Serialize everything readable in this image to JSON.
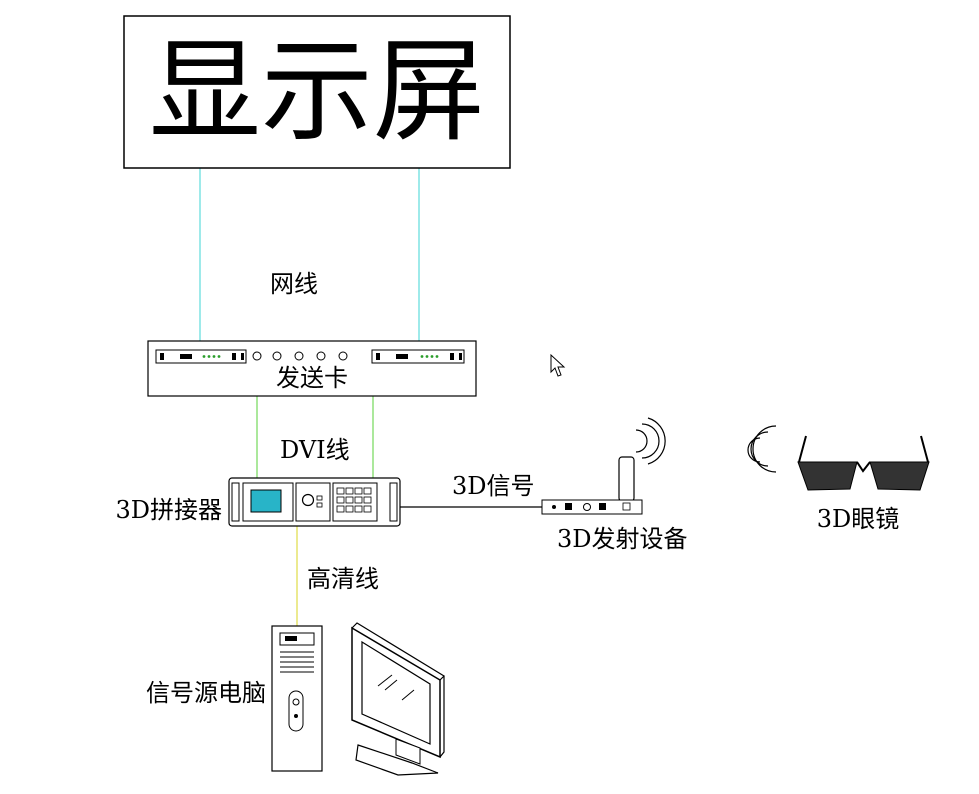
{
  "labels": {
    "display": "显示屏",
    "network_cable": "网线",
    "sender_card": "发送卡",
    "dvi_cable": "DVI线",
    "splicer": "3D拼接器",
    "signal_3d": "3D信号",
    "emitter": "3D发射设备",
    "glasses": "3D眼镜",
    "hd_cable": "高清线",
    "source_pc": "信号源电脑"
  },
  "colors": {
    "network_cable": "#7fe3e3",
    "dvi_cable": "#8fe07a",
    "hd_cable": "#e6e36a",
    "signal_line": "#000000",
    "glasses_lens": "#333333"
  }
}
